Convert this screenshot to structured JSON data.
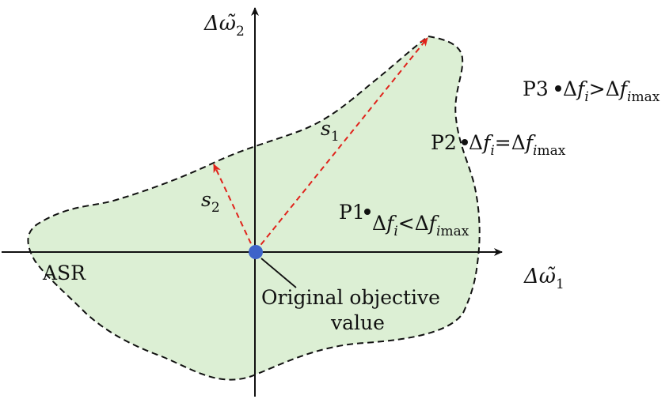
{
  "region_label": "ASR",
  "origin_label": {
    "line1": "Original objective",
    "line2": "value"
  },
  "axes": {
    "x_symbol": "Δω̃",
    "x_sub": "1",
    "y_symbol": "Δω̃",
    "y_sub": "2"
  },
  "vectors": [
    {
      "symbol": "s",
      "sub": "1"
    },
    {
      "symbol": "s",
      "sub": "2"
    }
  ],
  "points": [
    {
      "name": "P1",
      "delta": "Δ",
      "f": "f",
      "i": "i",
      "relation": "<",
      "max": "max"
    },
    {
      "name": "P2",
      "delta": "Δ",
      "f": "f",
      "i": "i",
      "relation": "=",
      "max": "max"
    },
    {
      "name": "P3",
      "delta": "Δ",
      "f": "f",
      "i": "i",
      "relation": ">",
      "max": "max"
    }
  ],
  "colors": {
    "region_fill": "#dcefd4",
    "vector": "#e0231b",
    "origin_dot": "#3d63c9",
    "ink": "#111111"
  }
}
